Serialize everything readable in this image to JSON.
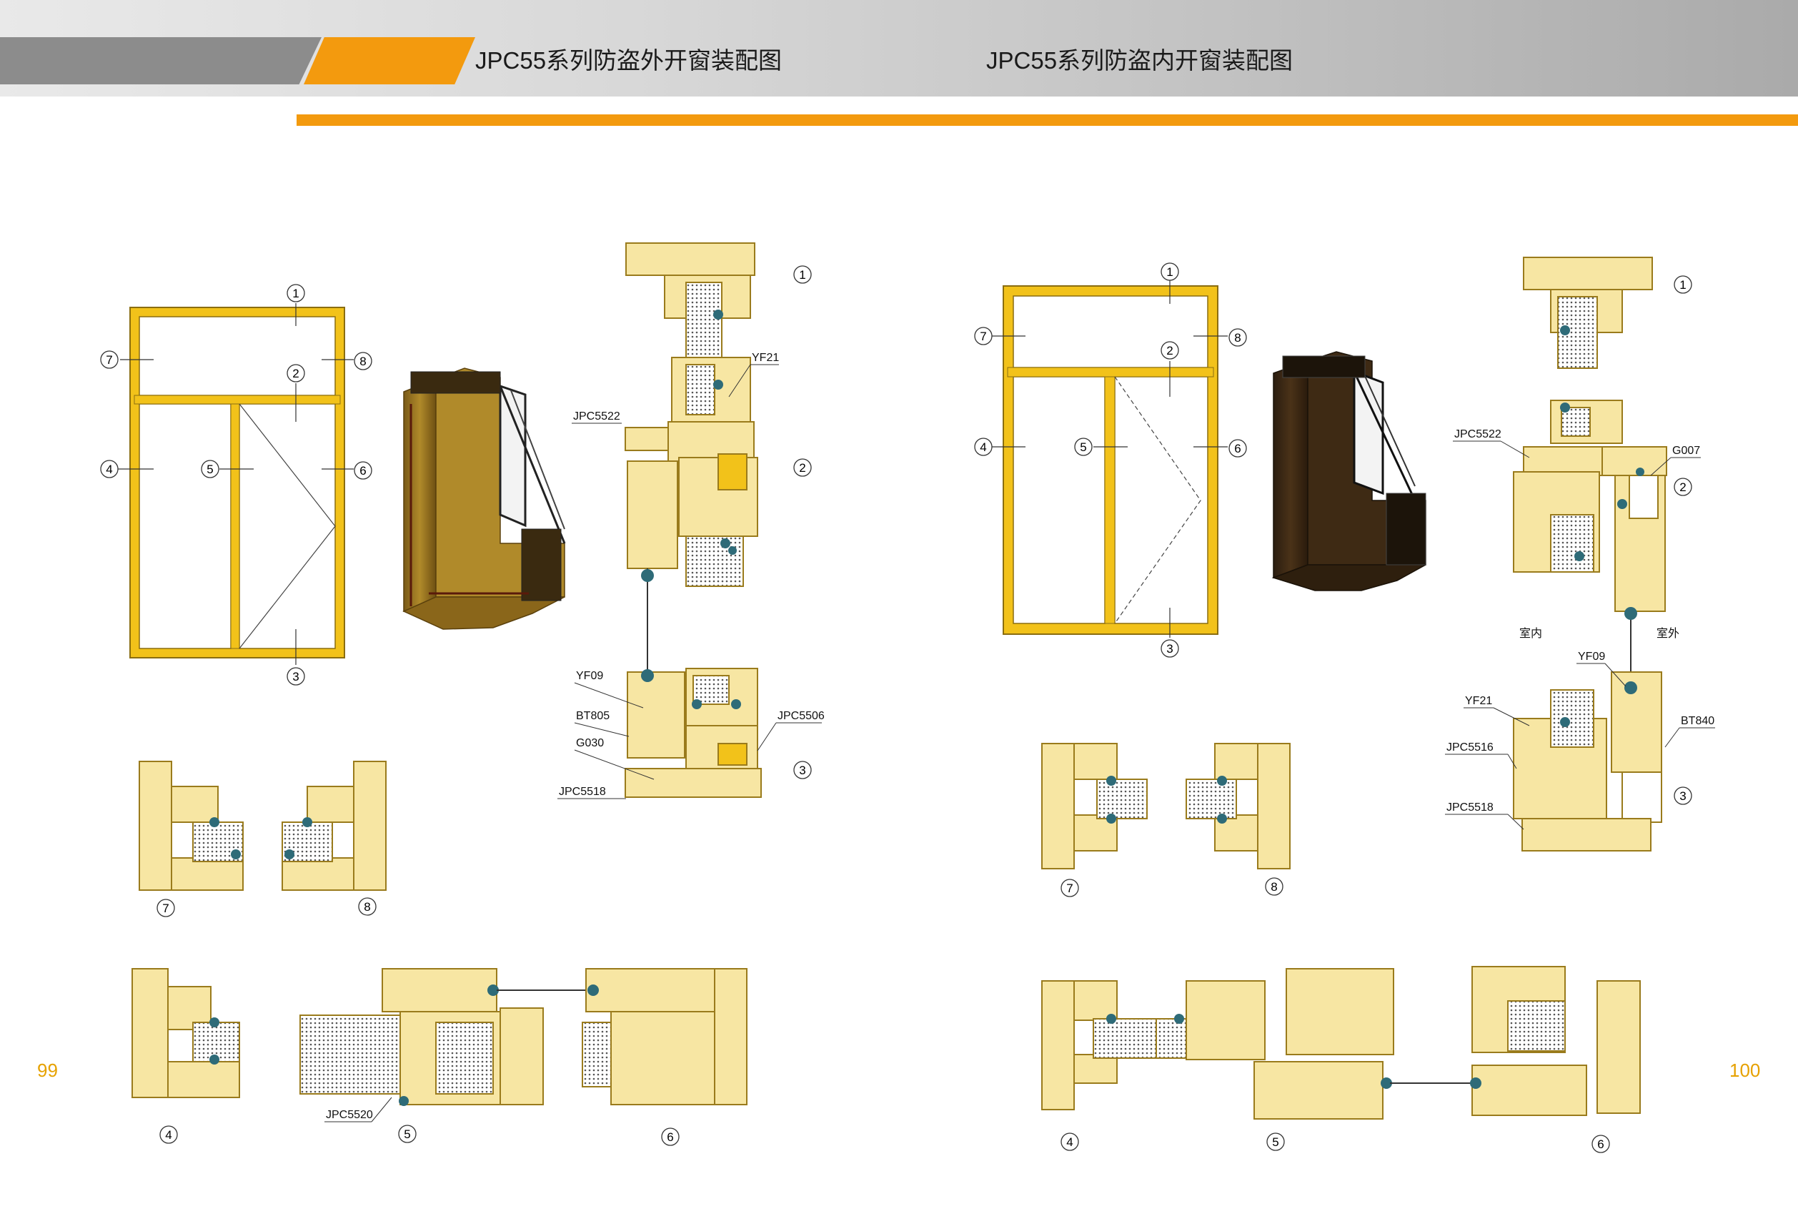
{
  "titles": {
    "left": "JPC55系列防盗外开窗装配图",
    "right": "JPC55系列防盗内开窗装配图"
  },
  "page_numbers": {
    "left": "99",
    "right": "100"
  },
  "left_diagram": {
    "elevation_numbers": [
      "1",
      "2",
      "3",
      "4",
      "5",
      "6",
      "7",
      "8"
    ],
    "section_numbers": [
      "1",
      "2",
      "3"
    ],
    "detail_numbers": [
      "7",
      "8",
      "4",
      "5",
      "6"
    ],
    "labels": {
      "yf21": "YF21",
      "jpc5522": "JPC5522",
      "yf09": "YF09",
      "bt805": "BT805",
      "g030": "G030",
      "jpc5518": "JPC5518",
      "jpc5506": "JPC5506",
      "jpc5520": "JPC5520"
    }
  },
  "right_diagram": {
    "elevation_numbers": [
      "1",
      "2",
      "3",
      "4",
      "5",
      "6",
      "7",
      "8"
    ],
    "section_numbers": [
      "1",
      "2",
      "3"
    ],
    "detail_numbers": [
      "7",
      "8",
      "4",
      "5",
      "6"
    ],
    "labels": {
      "jpc5522": "JPC5522",
      "g007": "G007",
      "indoor": "室内",
      "outdoor": "室外",
      "yf09": "YF09",
      "yf21": "YF21",
      "bt840": "BT840",
      "jpc5516": "JPC5516",
      "jpc5518": "JPC5518"
    }
  },
  "colors": {
    "orange": "#f39a0e",
    "frame_yellow": "#f2c21a",
    "profile_fill": "#f7e6a3",
    "profile_stroke": "#9a7b1c",
    "gasket": "#2e6b78",
    "page_number": "#e6a100"
  }
}
